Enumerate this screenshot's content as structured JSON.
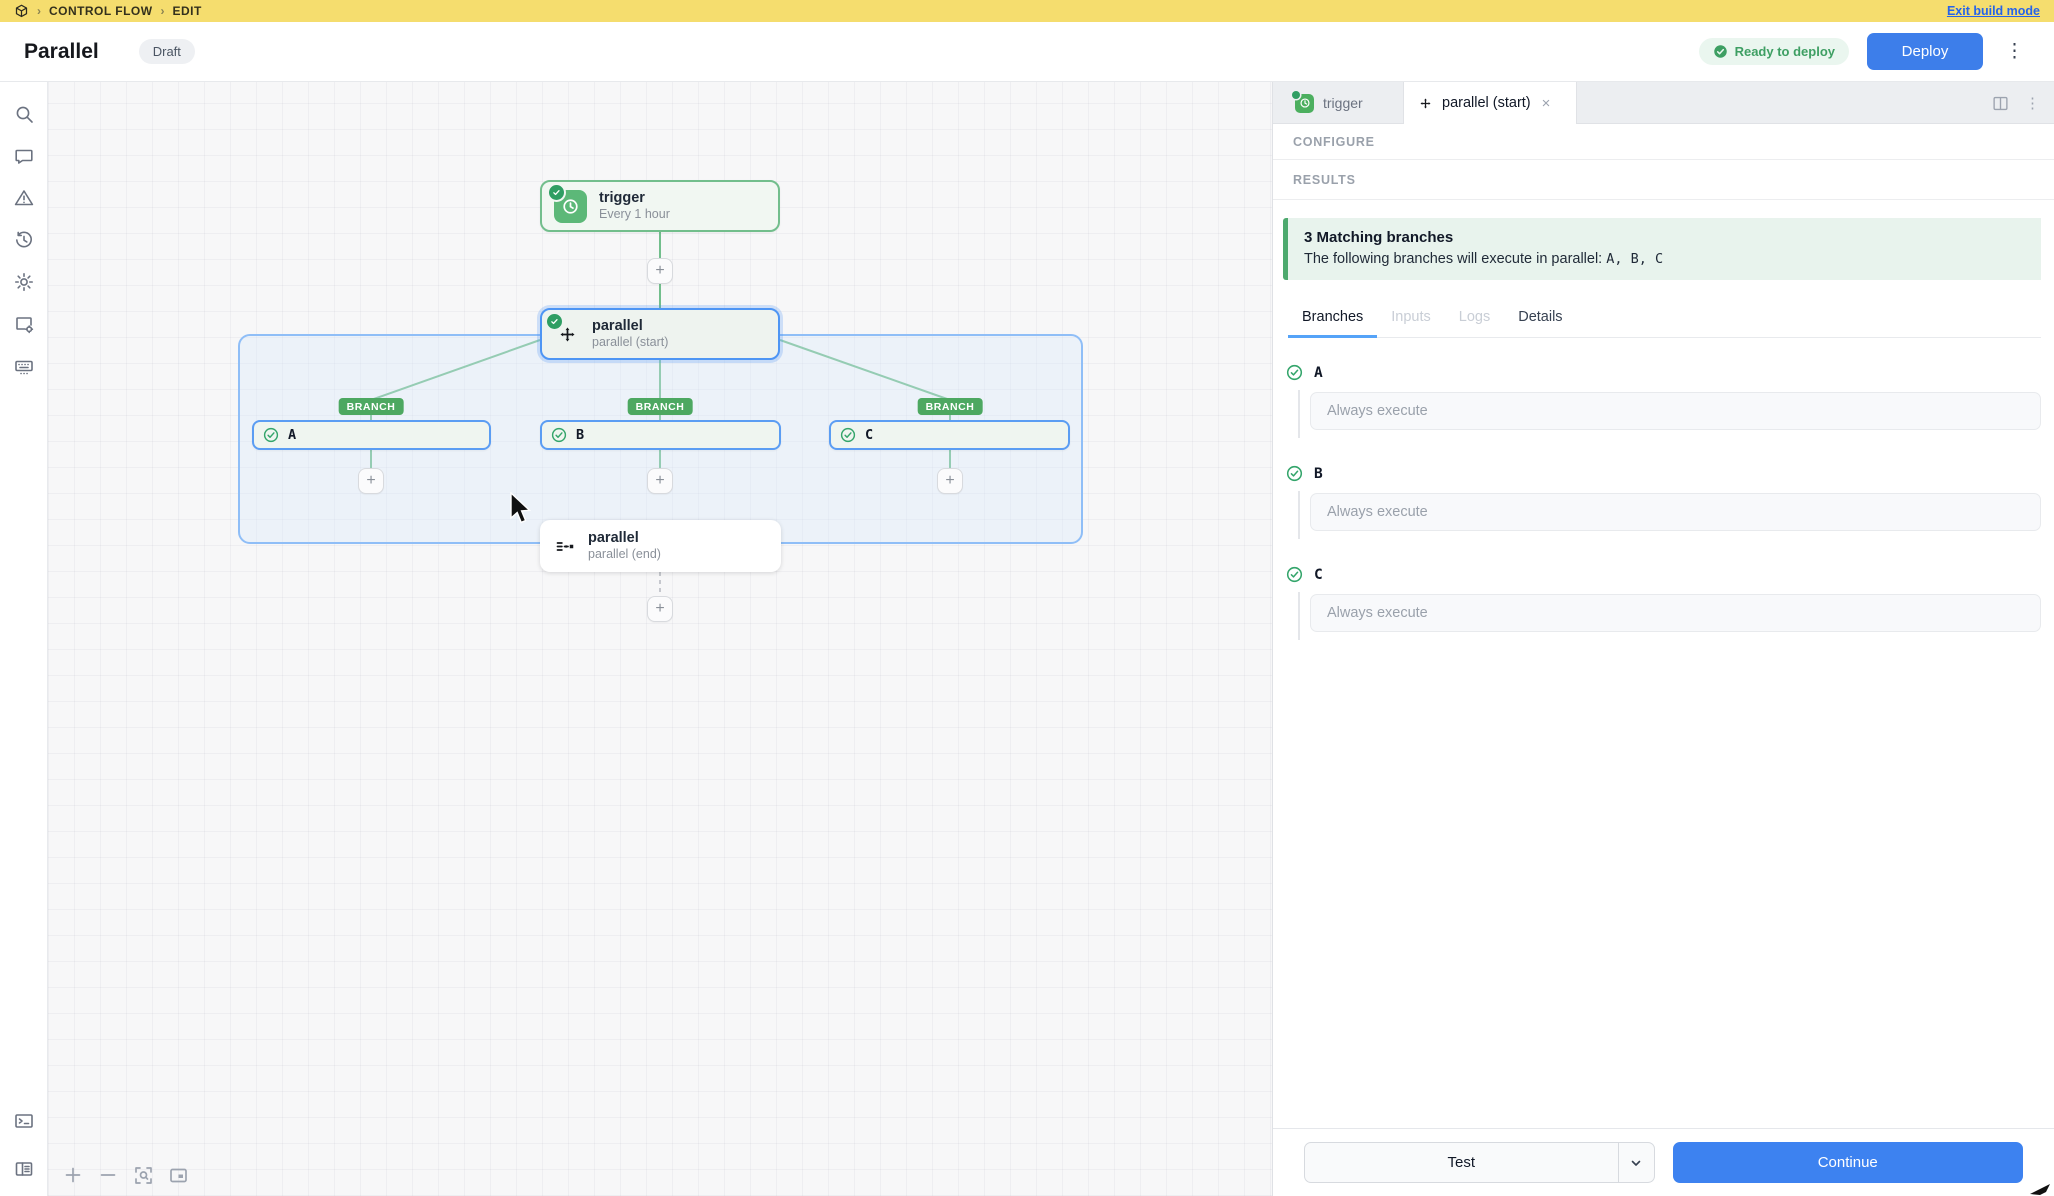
{
  "topbar": {
    "crumb1": "CONTROL FLOW",
    "crumb2": "EDIT",
    "exit_link": "Exit build mode"
  },
  "header": {
    "title": "Parallel",
    "draft_badge": "Draft",
    "ready_badge": "Ready to deploy",
    "deploy_button": "Deploy"
  },
  "sidebar": {
    "top_icons": [
      "search",
      "comments",
      "warnings",
      "history",
      "settings",
      "app-settings",
      "keyboard-shortcuts"
    ],
    "bottom_icons": [
      "terminal",
      "toggle-panel"
    ]
  },
  "canvas": {
    "trigger": {
      "title": "trigger",
      "subtitle": "Every 1 hour"
    },
    "parallel_start": {
      "title": "parallel",
      "subtitle": "parallel (start)"
    },
    "parallel_end": {
      "title": "parallel",
      "subtitle": "parallel (end)"
    },
    "branch_tag": "BRANCH",
    "branches": [
      {
        "label": "A"
      },
      {
        "label": "B"
      },
      {
        "label": "C"
      }
    ],
    "controls": [
      "zoom-in",
      "zoom-out",
      "fit-view",
      "minimap"
    ]
  },
  "panel": {
    "tabs": {
      "trigger": "trigger",
      "active": "parallel (start)"
    },
    "configure_header": "CONFIGURE",
    "results_header": "RESULTS",
    "banner": {
      "title": "3 Matching branches",
      "body": "The following branches will execute in parallel: ",
      "branch_list": "A, B, C"
    },
    "result_tabs": [
      {
        "label": "Branches"
      },
      {
        "label": "Inputs"
      },
      {
        "label": "Logs"
      },
      {
        "label": "Details"
      }
    ],
    "branch_items": [
      {
        "name": "A",
        "condition": "Always execute"
      },
      {
        "name": "B",
        "condition": "Always execute"
      },
      {
        "name": "C",
        "condition": "Always execute"
      }
    ],
    "footer": {
      "test_button": "Test",
      "continue_button": "Continue"
    }
  },
  "colors": {
    "topbar_yellow": "#F5DD6E",
    "accent_blue": "#3D7EEA",
    "flow_green": "#72BE8C",
    "check_green": "#2F9E63",
    "branch_pill_green": "#4DA861",
    "selection_blue": "#4E95F4"
  }
}
